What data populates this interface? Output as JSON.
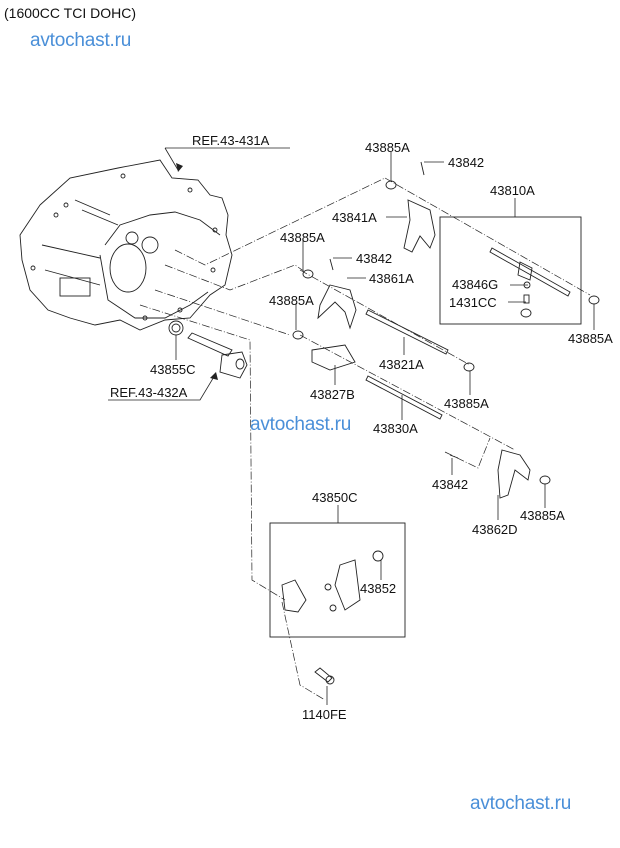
{
  "title": "(1600CC TCI DOHC)",
  "watermarks": [
    "avtochast.ru",
    "avtochast.ru",
    "avtochast.ru"
  ],
  "references": {
    "case": "REF.43-431A",
    "shaft": "REF.43-432A"
  },
  "parts": {
    "p43885A_top": "43885A",
    "p43842_top": "43842",
    "p43810A": "43810A",
    "p43841A": "43841A",
    "p43885A_2": "43885A",
    "p43842_2": "43842",
    "p43861A": "43861A",
    "p43885A_3": "43885A",
    "p43846G": "43846G",
    "p1431CC": "1431CC",
    "p43885A_right": "43885A",
    "p43855C": "43855C",
    "p43821A": "43821A",
    "p43827B": "43827B",
    "p43885A_mid": "43885A",
    "p43830A": "43830A",
    "p43842_low": "43842",
    "p43885A_low": "43885A",
    "p43862D": "43862D",
    "p43850C": "43850C",
    "p43852": "43852",
    "p1140FE": "1140FE"
  }
}
